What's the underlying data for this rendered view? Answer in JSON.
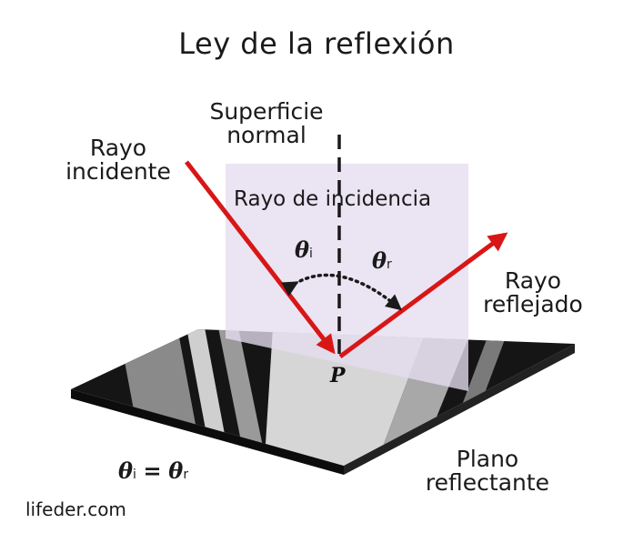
{
  "title": "Ley de la reflexión",
  "labels": {
    "normal_line1": "Superficie",
    "normal_line2": "normal",
    "incident_line1": "Rayo",
    "incident_line2": "incidente",
    "plane_of_incidence": "Rayo de incidencia",
    "reflected_line1": "Rayo",
    "reflected_line2": "reflejado",
    "reflecting_line1": "Plano",
    "reflecting_line2": "reflectante",
    "point": "P"
  },
  "angles": {
    "theta": "θ",
    "incident_sub": "i",
    "reflected_sub": "r",
    "equals": "="
  },
  "brand": "lifeder.com",
  "colors": {
    "ray": "#d81616",
    "plane_of_incidence": "#e4dcf0",
    "mirror_dark": "#151515",
    "mirror_stripe_light": "#d6d6d6",
    "mirror_stripe_mid": "#8a8a8a",
    "text": "#1a1a1a"
  },
  "icons": [
    "incident-ray-arrow",
    "reflected-ray-arrow",
    "angle-arc"
  ]
}
